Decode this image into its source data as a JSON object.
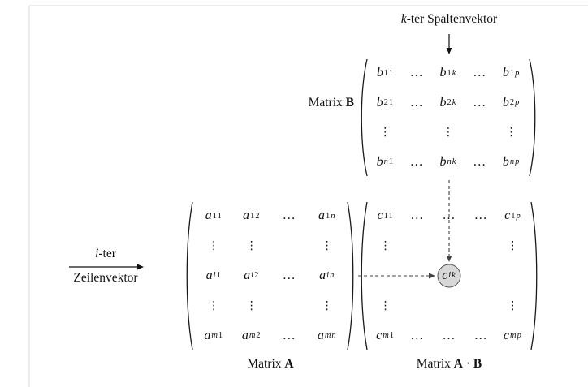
{
  "figure": {
    "background": "#ffffff",
    "edge_line_color": "#d9d9d9",
    "dashed_color": "#444444",
    "solid_color": "#111111"
  },
  "annotations": {
    "column_vector": {
      "italic": "k",
      "rest": "-ter Spaltenvektor"
    },
    "row_vector": {
      "italic": "i",
      "rest": "-ter",
      "line2": "Zeilenvektor"
    }
  },
  "matrix_b": {
    "label": {
      "prefix": "Matrix ",
      "bold": "B"
    },
    "rows": [
      [
        "b_{11}",
        "…",
        "b_{1k}",
        "…",
        "b_{1p}"
      ],
      [
        "b_{21}",
        "…",
        "b_{2k}",
        "…",
        "b_{2p}"
      ],
      [
        "⋮",
        "",
        "⋮",
        "",
        "⋮"
      ],
      [
        "b_{n1}",
        "…",
        "b_{nk}",
        "…",
        "b_{np}"
      ]
    ]
  },
  "matrix_a": {
    "caption": {
      "prefix": "Matrix ",
      "bold": "A"
    },
    "rows": [
      [
        "a_{11}",
        "a_{12}",
        "…",
        "a_{1n}"
      ],
      [
        "⋮",
        "⋮",
        "",
        "⋮"
      ],
      [
        "a_{i1}",
        "a_{i2}",
        "…",
        "a_{in}"
      ],
      [
        "⋮",
        "⋮",
        "",
        "⋮"
      ],
      [
        "a_{m1}",
        "a_{m2}",
        "…",
        "a_{mn}"
      ]
    ]
  },
  "matrix_c": {
    "caption": {
      "prefix": "Matrix ",
      "a": "A",
      "sep": " · ",
      "b": "B"
    },
    "rows": [
      [
        "c_{11}",
        "…",
        "…",
        "…",
        "c_{1p}"
      ],
      [
        "⋮",
        "",
        "",
        "",
        "⋮"
      ],
      [
        "",
        "",
        "c_{ik}",
        "",
        ""
      ],
      [
        "⋮",
        "",
        "",
        "",
        "⋮"
      ],
      [
        "c_{m1}",
        "…",
        "…",
        "…",
        "c_{mp}"
      ]
    ],
    "highlight": {
      "cell": "c_{ik}",
      "row": 3,
      "col": 3,
      "fill": "#d8d8d8"
    }
  }
}
